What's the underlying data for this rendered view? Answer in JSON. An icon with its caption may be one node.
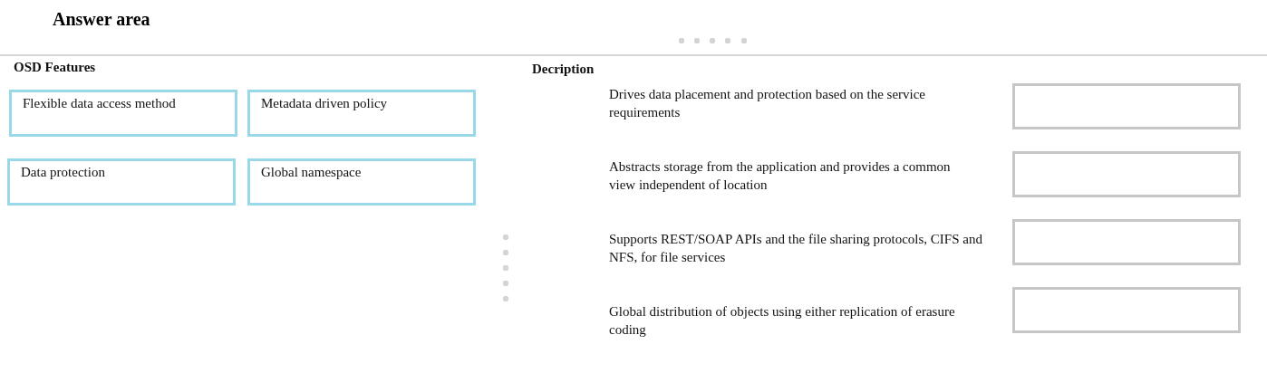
{
  "diagram": {
    "title": "Answer area",
    "nodes": [
      {
        "text": [
          "Flexible data access method"
        ]
      },
      {
        "text": [
          "Metadata driven policy"
        ]
      },
      {
        "text": [
          "Data protection"
        ]
      },
      {
        "text": [
          "Global namespace"
        ]
      },
      {
        "text": [],
        "shape": "box"
      },
      {
        "text": [],
        "shape": "box"
      },
      {
        "text": [],
        "shape": "box"
      },
      {
        "text": [],
        "shape": "box"
      }
    ],
    "labels": [
      "OSD Features",
      "Decription",
      "Drives data placement and protection based on the service requirements",
      "Abstracts storage from the application and provides a common view independent of location",
      "Supports REST/SOAP APIs and the file sharing protocols, CIFS and NFS, for file services",
      "Global distribution of objects using either replication of erasure coding"
    ]
  }
}
